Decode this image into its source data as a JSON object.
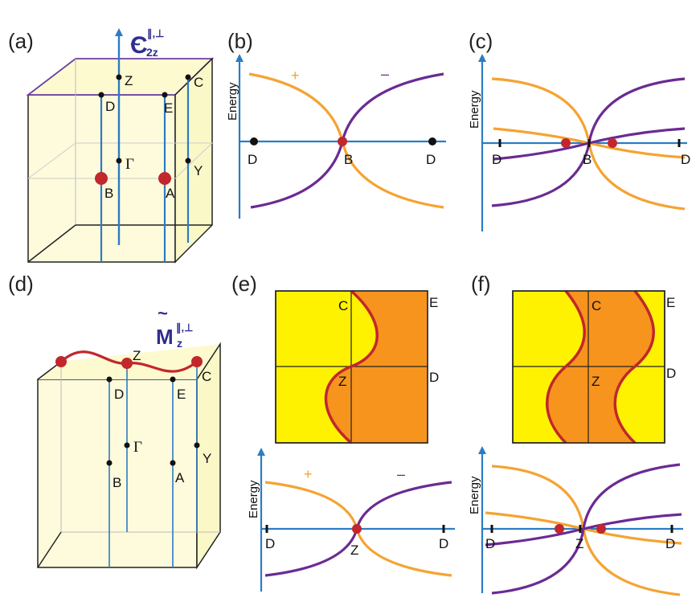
{
  "panels": {
    "a": "(a)",
    "b": "(b)",
    "c": "(c)",
    "d": "(d)",
    "e": "(e)",
    "f": "(f)"
  },
  "axis": {
    "energy": "Energy"
  },
  "symmetry": {
    "c2z_main": "C",
    "c2z_tilde": "~",
    "c2z_sup": "∥,⊥",
    "c2z_sub": "2z",
    "mz_main": "M",
    "mz_tilde": "~",
    "mz_sup": "∥,⊥",
    "mz_sub": "z"
  },
  "points": {
    "Z": "Z",
    "C": "C",
    "D": "D",
    "E": "E",
    "Gamma": "Γ",
    "B": "B",
    "A": "A",
    "Y": "Y"
  },
  "signs": {
    "plus": "+",
    "minus": "–"
  },
  "colors": {
    "orange": "#f5a332",
    "purple": "#6a2b93",
    "blue": "#2b7cc4",
    "red": "#c1272d",
    "yellow": "#fff200",
    "deep_orange": "#f7941d",
    "box_fill": "#fdfbdc",
    "box_top": "#6b3fa0",
    "mz_label": "#2e2e8f"
  }
}
